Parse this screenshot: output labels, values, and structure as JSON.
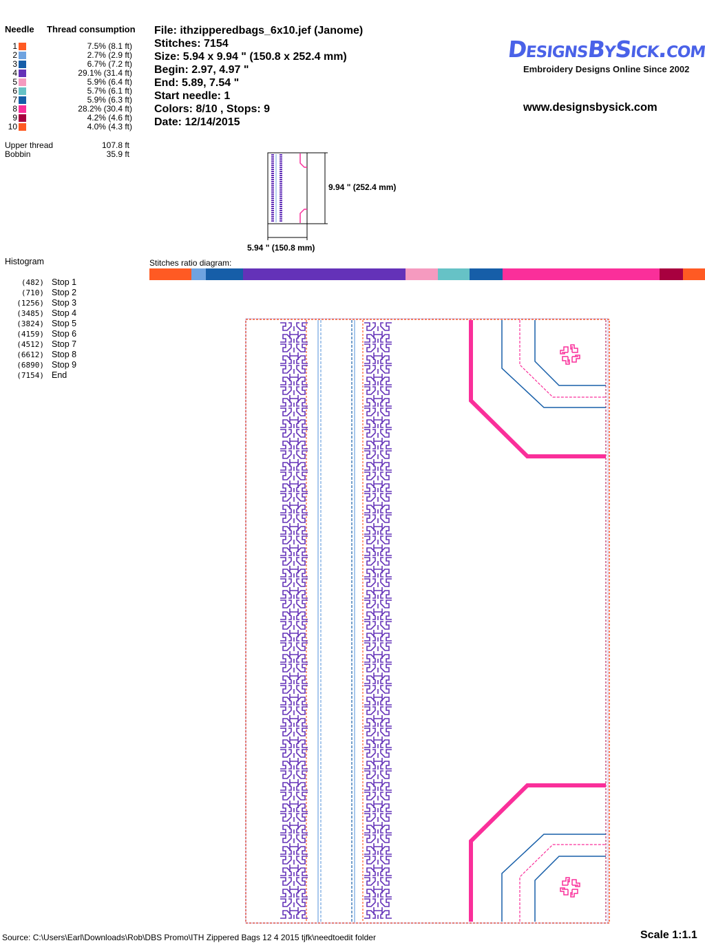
{
  "needles_header": {
    "needle": "Needle",
    "thread": "Thread consumption"
  },
  "needles": [
    {
      "n": "1",
      "color": "#ff5a23",
      "consumption": "7.5% (8.1 ft)",
      "ratio": 7.5
    },
    {
      "n": "2",
      "color": "#6fa3e0",
      "consumption": "2.7% (2.9 ft)",
      "ratio": 2.7
    },
    {
      "n": "3",
      "color": "#165ea8",
      "consumption": "6.7% (7.2 ft)",
      "ratio": 6.7
    },
    {
      "n": "4",
      "color": "#6432b8",
      "consumption": "29.1% (31.4 ft)",
      "ratio": 29.1
    },
    {
      "n": "5",
      "color": "#f59abf",
      "consumption": "5.9% (6.4 ft)",
      "ratio": 5.9
    },
    {
      "n": "6",
      "color": "#66c2c6",
      "consumption": "5.7% (6.1 ft)",
      "ratio": 5.7
    },
    {
      "n": "7",
      "color": "#165ea8",
      "consumption": "5.9% (6.3 ft)",
      "ratio": 5.9
    },
    {
      "n": "8",
      "color": "#fa2f9a",
      "consumption": "28.2% (30.4 ft)",
      "ratio": 28.2
    },
    {
      "n": "9",
      "color": "#a8003f",
      "consumption": "4.2% (4.6 ft)",
      "ratio": 4.2
    },
    {
      "n": "10",
      "color": "#ff5a23",
      "consumption": "4.0% (4.3 ft)",
      "ratio": 4.0
    }
  ],
  "totals": {
    "upper_label": "Upper thread",
    "upper_value": "107.8 ft",
    "bobbin_label": "Bobbin",
    "bobbin_value": "35.9 ft"
  },
  "info": {
    "file": "File: ithzipperedbags_6x10.jef  (Janome)",
    "stitches": "Stitches: 7154",
    "size": "Size: 5.94 x 9.94 \" (150.8 x 252.4 mm)",
    "begin": "Begin: 2.97, 4.97 \"",
    "end": "End: 5.89, 7.54 \"",
    "start_needle": "Start needle: 1",
    "colors": "Colors: 8/10 , Stops: 9",
    "date": "Date: 12/14/2015"
  },
  "logo": {
    "brand": "DesignsBySick.com",
    "tagline": "Embroidery Designs Online Since 2002",
    "url": "www.designsbysick.com"
  },
  "thumb": {
    "height_label": "9.94 \" (252.4 mm)",
    "width_label": "5.94 \" (150.8 mm)"
  },
  "histogram": {
    "title": "Histogram",
    "stops": [
      {
        "count": "(482)",
        "label": "Stop 1"
      },
      {
        "count": "(710)",
        "label": "Stop 2"
      },
      {
        "count": "(1256)",
        "label": "Stop 3"
      },
      {
        "count": "(3485)",
        "label": "Stop 4"
      },
      {
        "count": "(3824)",
        "label": "Stop 5"
      },
      {
        "count": "(4159)",
        "label": "Stop 6"
      },
      {
        "count": "(4512)",
        "label": "Stop 7"
      },
      {
        "count": "(6612)",
        "label": "Stop 8"
      },
      {
        "count": "(6890)",
        "label": "Stop 9"
      },
      {
        "count": "(7154)",
        "label": "End"
      }
    ]
  },
  "ratio_title": "Stitches ratio diagram:",
  "footer": {
    "source": "Source: C:\\Users\\Earl\\Downloads\\Rob\\DBS Promo\\ITH Zippered Bags 12 4 2015  tjfk\\needtoedit folder",
    "scale": "Scale 1:1.1"
  }
}
